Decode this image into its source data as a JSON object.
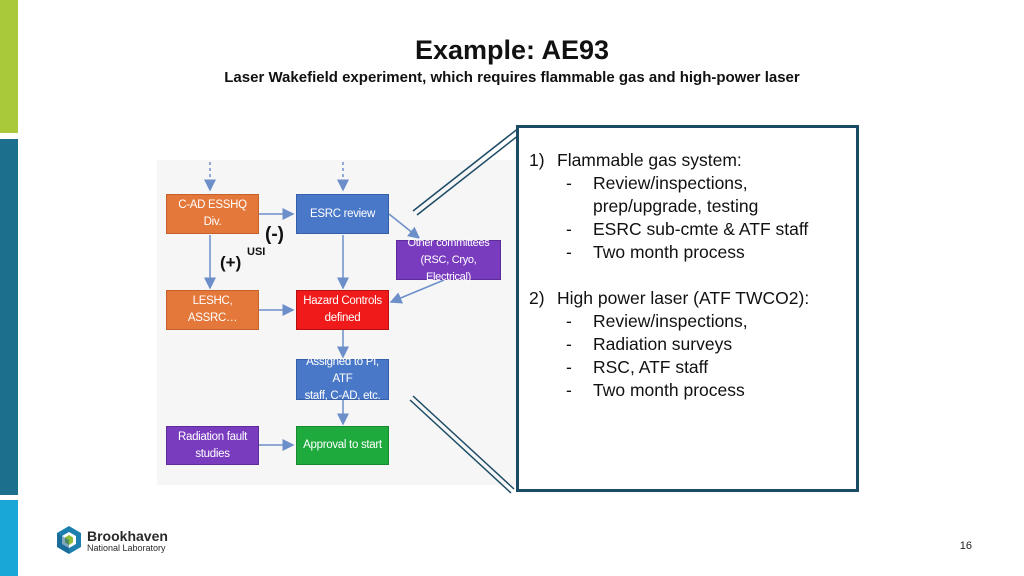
{
  "title": "Example: AE93",
  "subtitle": "Laser Wakefield experiment,  which requires flammable gas and high-power laser",
  "flowchart": {
    "boxes": {
      "cad": "C-AD ESSHQ Div.",
      "esrc": "ESRC review",
      "other": "Other committees\n(RSC, Cryo, Electrical)",
      "leshc": "LESHC, ASSRC…",
      "hazard": "Hazard Controls\ndefined",
      "assigned": "Assigned to PI, ATF\nstaff, C-AD, etc.",
      "radiation": "Radiation  fault\nstudies",
      "approval": "Approval to start"
    },
    "minus_label": "(-)",
    "plus_label": "(+)",
    "usi_label": "USI"
  },
  "details": {
    "item1": {
      "number": "1)",
      "heading": "Flammable gas system:",
      "bullets": [
        "Review/inspections,",
        "ESRC sub-cmte & ATF staff",
        "Two month process"
      ],
      "continuation": "prep/upgrade, testing"
    },
    "item2": {
      "number": "2)",
      "heading": "High power laser (ATF TWCO2):",
      "bullets": [
        "Review/inspections,",
        "Radiation surveys",
        "RSC, ATF staff",
        "Two month process"
      ]
    },
    "dash": "-"
  },
  "footer": {
    "logo_name": "Brookhaven",
    "logo_sub": "National Laboratory",
    "page_number": "16"
  },
  "colors": {
    "orange": "#e4773a",
    "blue": "#4a78c8",
    "red": "#f01a1a",
    "purple": "#7a3cbf",
    "green": "#1faa3e",
    "frame": "#1c4b66"
  }
}
